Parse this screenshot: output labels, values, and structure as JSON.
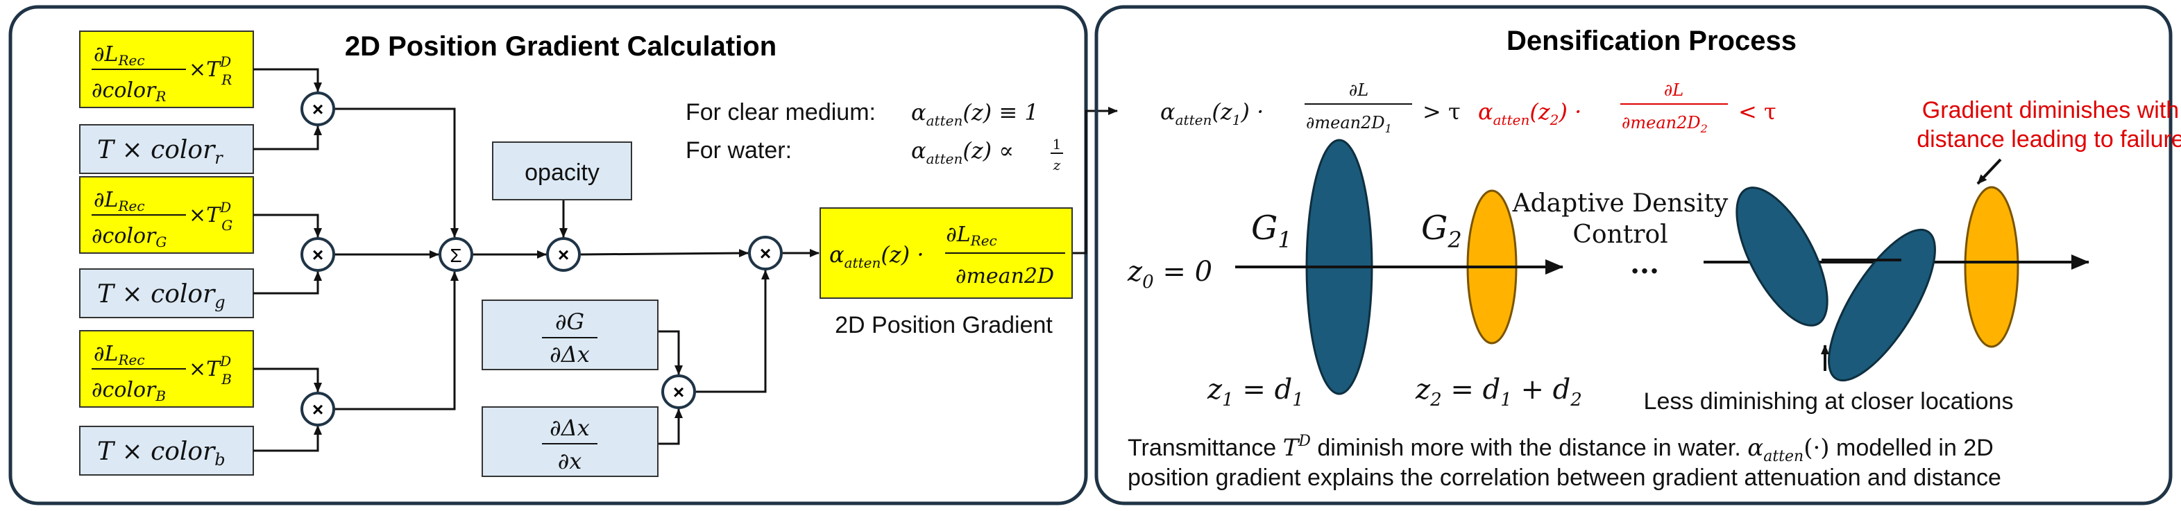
{
  "left_panel": {
    "title": "2D Position Gradient Calculation",
    "grad_boxes": [
      {
        "num": "∂L",
        "num_sub": "Rec",
        "den": "∂color",
        "den_sub": "R",
        "factor": "×T",
        "factor_sup": "D",
        "factor_sub": "R"
      },
      {
        "num": "∂L",
        "num_sub": "Rec",
        "den": "∂color",
        "den_sub": "G",
        "factor": "×T",
        "factor_sup": "D",
        "factor_sub": "G"
      },
      {
        "num": "∂L",
        "num_sub": "Rec",
        "den": "∂color",
        "den_sub": "B",
        "factor": "×T",
        "factor_sup": "D",
        "factor_sub": "B"
      }
    ],
    "color_boxes": [
      {
        "text": "T × color",
        "sub": "r"
      },
      {
        "text": "T × color",
        "sub": "g"
      },
      {
        "text": "T × color",
        "sub": "b"
      }
    ],
    "multiply_symbol": "×",
    "sum_symbol": "Σ",
    "opacity_label": "opacity",
    "dG_box": {
      "num": "∂G",
      "den": "∂Δx"
    },
    "dx_box": {
      "num": "∂Δx",
      "den": "∂x"
    },
    "clear_medium": {
      "label": "For clear medium:",
      "expr": "α",
      "sub": "atten",
      "rest": "(z) ≡ 1"
    },
    "water": {
      "label": "For water:",
      "expr": "α",
      "sub": "atten",
      "rest": "(z) ∝",
      "frac_num": "1",
      "frac_den": "z"
    },
    "result_box": {
      "alpha": "α",
      "alpha_sub": "atten",
      "alpha_rest": "(z) ·",
      "num": "∂L",
      "num_sub": "Rec",
      "den": "∂mean2D"
    },
    "result_label": "2D Position Gradient"
  },
  "right_panel": {
    "title": "Densification Process",
    "cond1": {
      "alpha": "α",
      "sub": "atten",
      "arg": "(z",
      "arg_sub": "1",
      "arg_close": ") ·",
      "num": "∂L",
      "den": "∂mean2D",
      "den_sub": "1",
      "rel": "> τ"
    },
    "cond2": {
      "alpha": "α",
      "sub": "atten",
      "arg": "(z",
      "arg_sub": "2",
      "arg_close": ") ·",
      "num": "∂L",
      "den": "∂mean2D",
      "den_sub": "2",
      "rel": "< τ"
    },
    "failure_note": [
      "Gradient diminishes with",
      "distance leading to failure"
    ],
    "g1": {
      "text": "G",
      "sub": "1"
    },
    "g2": {
      "text": "G",
      "sub": "2"
    },
    "adc_label": [
      "Adaptive Density",
      "Control"
    ],
    "ellipsis": "···",
    "z0": {
      "text": "z",
      "sub": "0",
      "rest": " = 0"
    },
    "z1": {
      "text": "z",
      "sub": "1",
      "rest": " = d",
      "rest_sub": "1"
    },
    "z2": {
      "text": "z",
      "sub": "2",
      "rest": " = d",
      "rest_sub": "1",
      "rest2": " + d",
      "rest2_sub": "2"
    },
    "closer_note": "Less diminishing at closer locations",
    "bottom_line1_a": "Transmittance",
    "bottom_line1_T": "T",
    "bottom_line1_sup": "D",
    "bottom_line1_b": "diminish more with the distance in water.",
    "bottom_line1_alpha": "α",
    "bottom_line1_alpha_sub": "atten",
    "bottom_line1_alpha_rest": "(·)",
    "bottom_line1_c": "modelled in 2D",
    "bottom_line2": "position gradient explains the correlation between gradient attenuation and distance"
  },
  "colors": {
    "yellow_box": "#ffff00",
    "blue_box": "#dce9f5",
    "dark_teal": "#1b5a7a",
    "orange": "#ffb300",
    "red_text": "#e00000",
    "panel_border": "#1f3446"
  }
}
